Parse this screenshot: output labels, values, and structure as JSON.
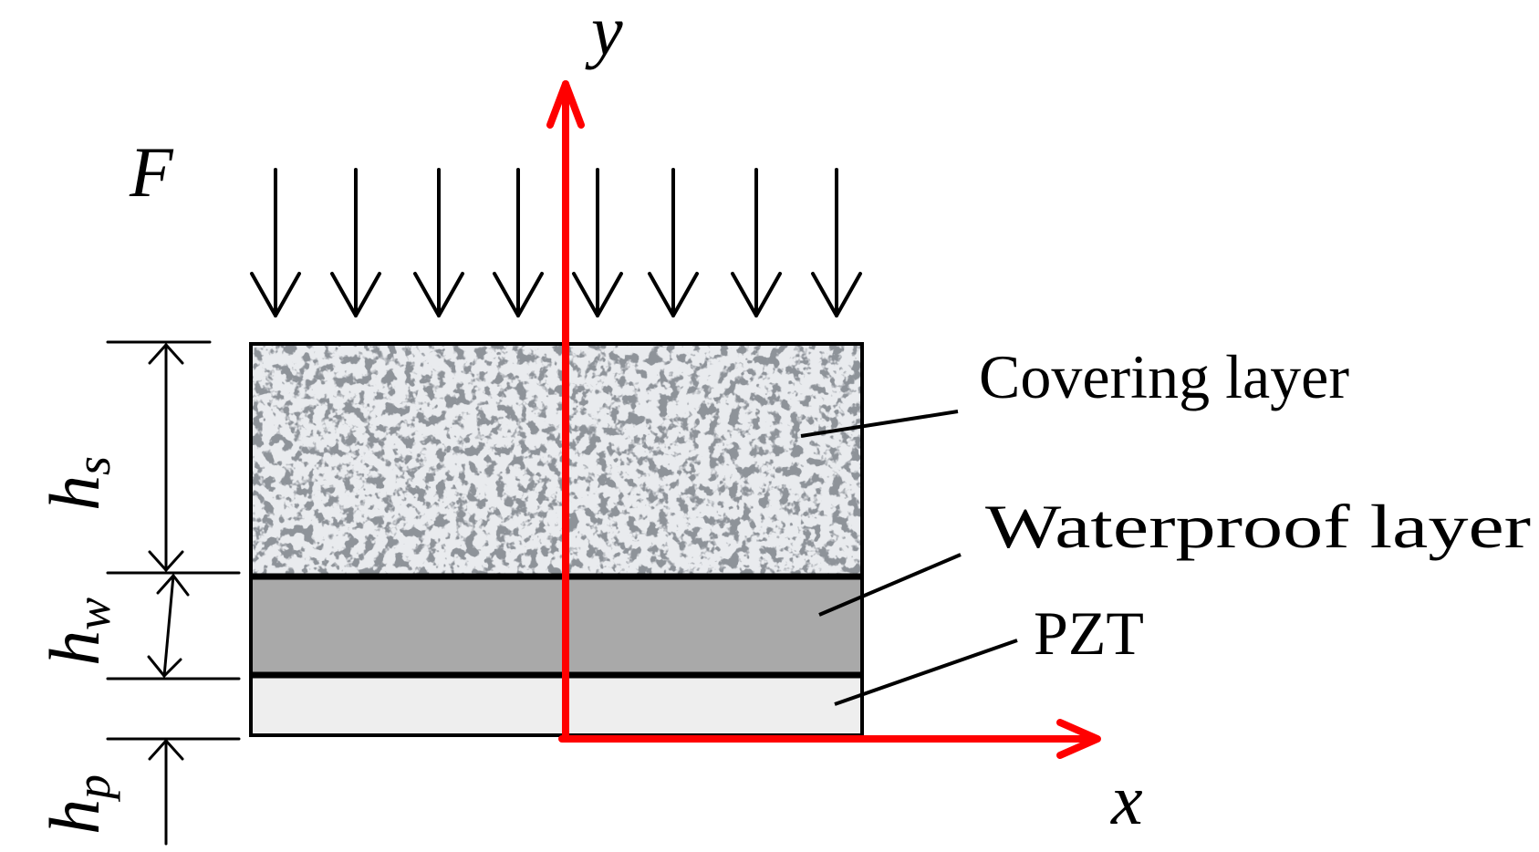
{
  "labels": {
    "force": "F",
    "y_axis": "y",
    "x_axis": "x",
    "covering_layer": "Covering layer",
    "waterproof_layer": "Waterproof layer",
    "pzt": "PZT"
  },
  "dimensions": {
    "hs": {
      "base": "h",
      "sub": "s"
    },
    "hw": {
      "base": "h",
      "sub": "w"
    },
    "hp": {
      "base": "h",
      "sub": "p"
    }
  },
  "colors": {
    "axis": "#ff0000",
    "covering_fill": "#e9ebee",
    "covering_speckle": "#4a4f55",
    "waterproof_fill": "#a9a9a9",
    "pzt_fill": "#eeeeee",
    "outline": "#000000"
  }
}
